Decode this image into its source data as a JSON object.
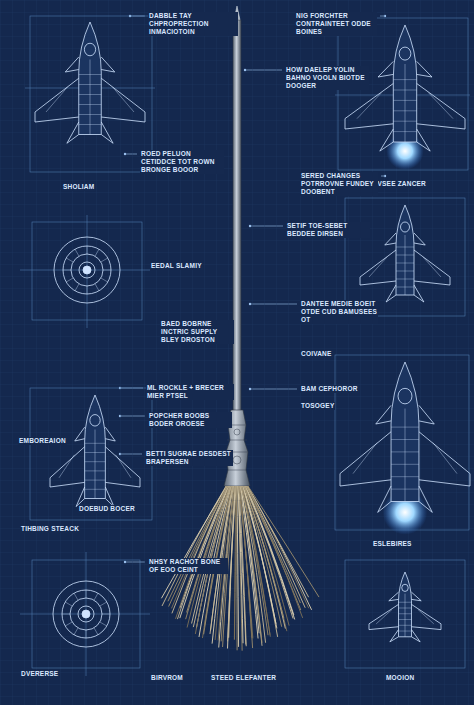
{
  "diagram": {
    "labels": [
      "DABBLE TAY CHPROPRECTION INMACIOTOIN",
      "NIG FORCHTER CONTRAINTEET ODDE BOINES",
      "HOW DAELEP YOLIN BAHNO VOOLN BIOTDE DOOGER",
      "ROED PELUON CETIDDCE TOT ROWN BRONGE BOOOR",
      "SHOLIAM",
      "SVSEE ZANCER",
      "SERED CHANGES POTRROVNE FUNDEY DOOBENT",
      "EEDAL SLAMIY",
      "SETIF TOE-SEBET BEDDEE DIRSEN",
      "BAED BOBRNE INCTRIC SUPPLY BLEY DROSTON",
      "DANTEE MEDIE BOEIT OTDE CUD BAMUSEES OT",
      "COIVANE",
      "ML ROCKLE + BRECER MIER PTSEL",
      "EMBOREAION",
      "POPCHER BOOBS BODER OROESE",
      "BETTI SUGRAE DESDEST BRAPERSEN",
      "DOEBUD BOCER",
      "TIHBING STEACK",
      "BAM CEPHOROR",
      "TOSOGEY",
      "NHSY RACHOT BONE OF EOO CEINT",
      "ESLEBIRES",
      "DVERERSE",
      "BIRVROM",
      "STEED ELEFANTER",
      "MOOION"
    ]
  }
}
